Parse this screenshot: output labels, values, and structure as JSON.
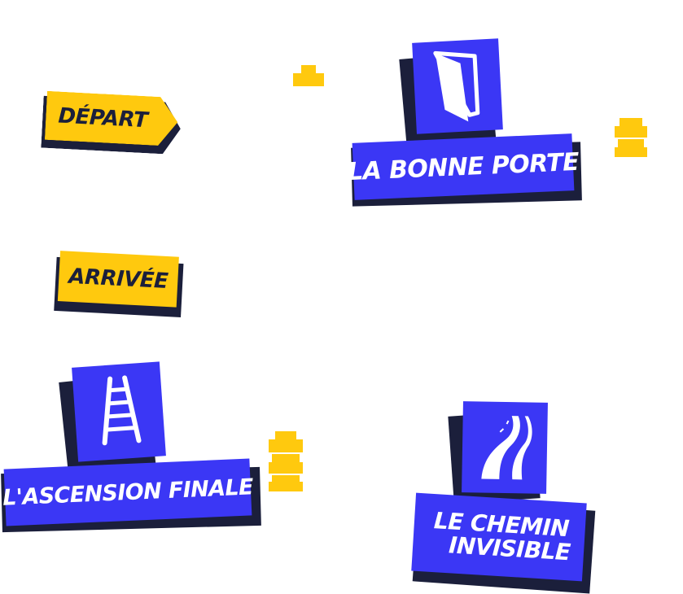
{
  "colors": {
    "background": "#ffffff",
    "yellow": "#ffc90e",
    "blue": "#3b37f5",
    "navy": "#1b1f3b",
    "white": "#ffffff"
  },
  "tags": {
    "depart": "DÉPART",
    "arrivee": "ARRIVÉE"
  },
  "games": [
    {
      "title": "LA BONNE PORTE",
      "icon": "door-icon"
    },
    {
      "title": "L'ASCENSION FINALE",
      "icon": "ladder-icon"
    },
    {
      "title_line1": "LE CHEMIN",
      "title_line2": "INVISIBLE",
      "icon": "road-icon"
    }
  ],
  "tokens": [
    {
      "name": "token-small",
      "layers": 1
    },
    {
      "name": "token-double",
      "layers": 2
    },
    {
      "name": "token-triple",
      "layers": 3
    }
  ]
}
